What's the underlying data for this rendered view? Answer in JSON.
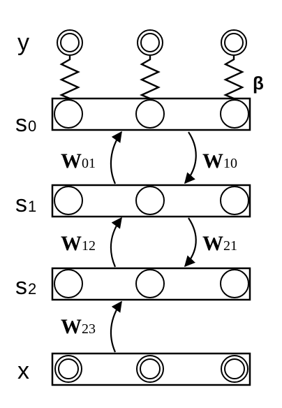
{
  "labels": {
    "y": "y",
    "beta": "β",
    "layers": [
      {
        "base": "s",
        "sub": "0"
      },
      {
        "base": "s",
        "sub": "1"
      },
      {
        "base": "s",
        "sub": "2"
      },
      {
        "base": "x",
        "sub": ""
      }
    ]
  },
  "weights": {
    "w01": {
      "base": "W",
      "sub": "01"
    },
    "w10": {
      "base": "W",
      "sub": "10"
    },
    "w12": {
      "base": "W",
      "sub": "12"
    },
    "w21": {
      "base": "W",
      "sub": "21"
    },
    "w23": {
      "base": "W",
      "sub": "23"
    }
  }
}
